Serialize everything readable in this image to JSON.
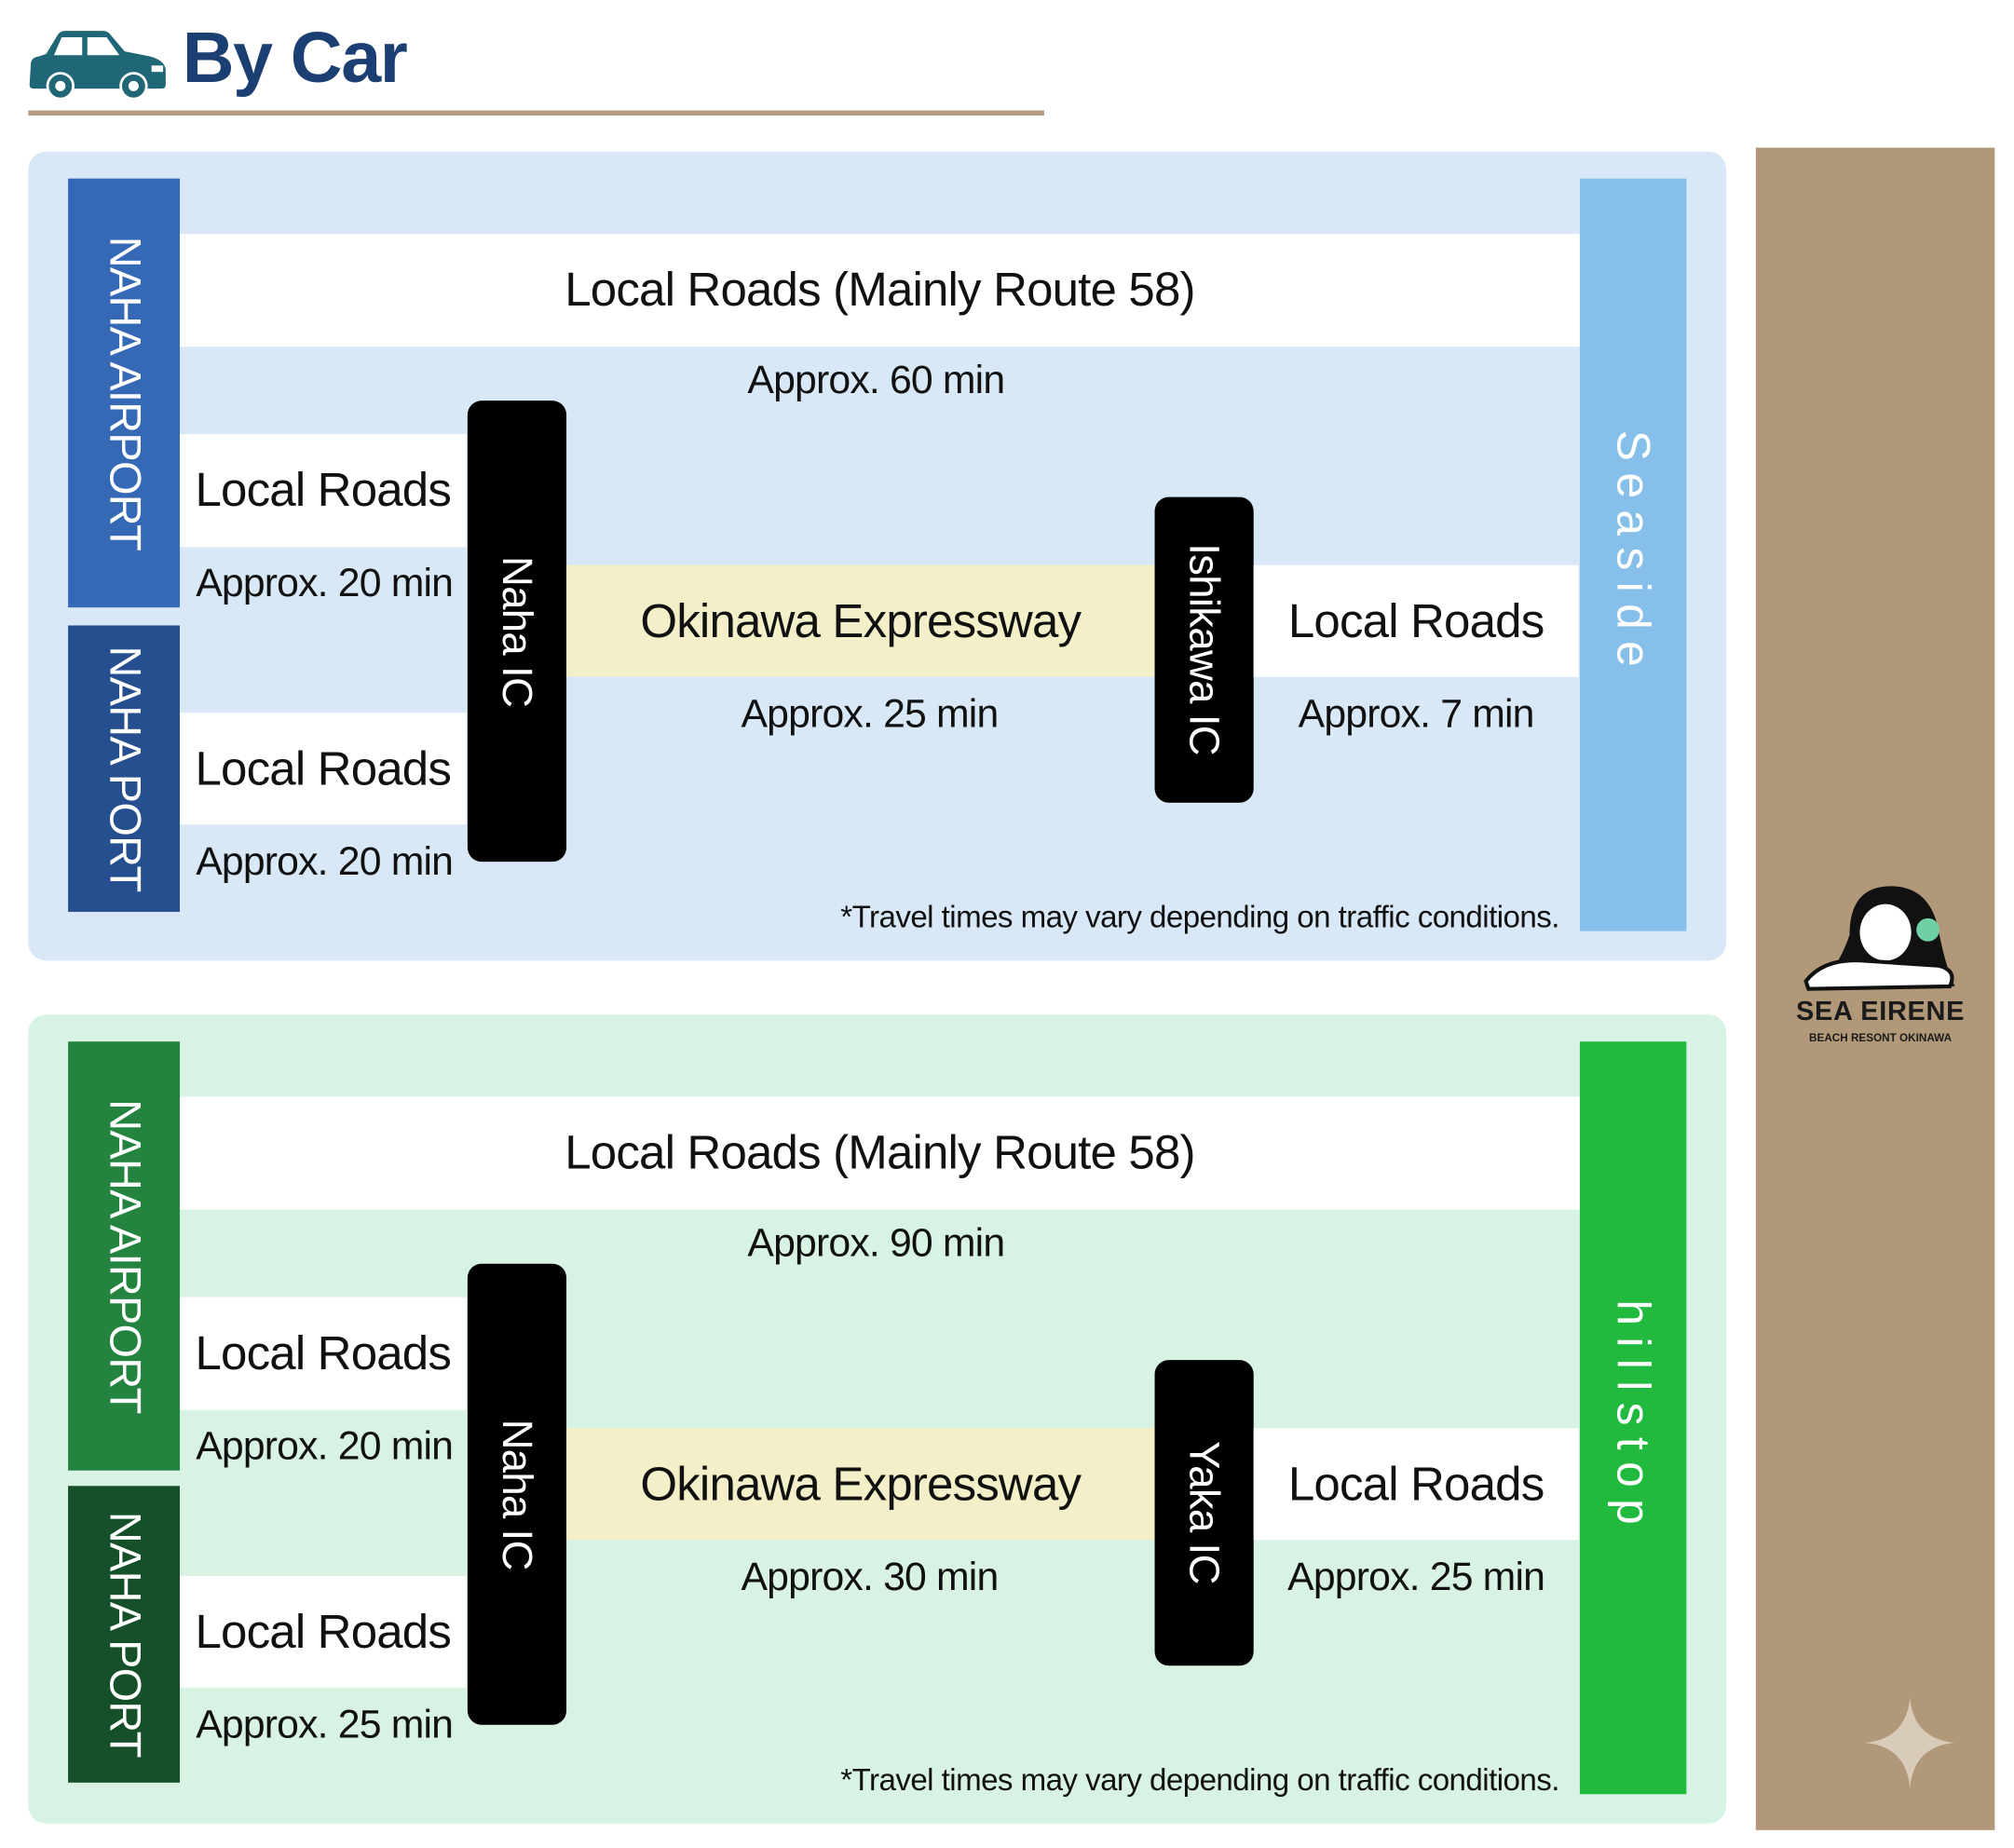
{
  "header": {
    "title": "By Car",
    "icon": "car-icon"
  },
  "colors": {
    "title": "#1c3f73",
    "accent_line": "#b59d80",
    "side_panel": "#b19878"
  },
  "routes": [
    {
      "panel_color": "#d9e8f7",
      "origins": [
        {
          "label": "NAHA AIRPORT",
          "color": "#3569b6"
        },
        {
          "label": "NAHA PORT",
          "color": "#254f8f"
        }
      ],
      "direct": {
        "label": "Local Roads (Mainly Route 58)",
        "time": "Approx. 60 min"
      },
      "to_ic": [
        {
          "label": "Local Roads",
          "time": "Approx. 20 min"
        },
        {
          "label": "Local Roads",
          "time": "Approx. 20 min"
        }
      ],
      "entry_ic": "Naha IC",
      "expressway": {
        "label": "Okinawa Expressway",
        "time": "Approx. 25 min"
      },
      "exit_ic": "Ishikawa IC",
      "last_leg": {
        "label": "Local Roads",
        "time": "Approx. 7 min"
      },
      "destination": {
        "label": "Seaside",
        "color": "#86c0ea"
      },
      "note": "*Travel times may vary depending on traffic conditions."
    },
    {
      "panel_color": "#d8f2e3",
      "origins": [
        {
          "label": "NAHA AIRPORT",
          "color": "#24843f"
        },
        {
          "label": "NAHA PORT",
          "color": "#15502a"
        }
      ],
      "direct": {
        "label": "Local Roads (Mainly Route 58)",
        "time": "Approx. 90 min"
      },
      "to_ic": [
        {
          "label": "Local Roads",
          "time": "Approx. 20 min"
        },
        {
          "label": "Local Roads",
          "time": "Approx. 25 min"
        }
      ],
      "entry_ic": "Naha IC",
      "expressway": {
        "label": "Okinawa Expressway",
        "time": "Approx. 30 min"
      },
      "exit_ic": "Yaka IC",
      "last_leg": {
        "label": "Local Roads",
        "time": "Approx. 25 min"
      },
      "destination": {
        "label": "hillstop",
        "color": "#22b93f"
      },
      "note": "*Travel times may vary depending on traffic conditions."
    }
  ],
  "logo": {
    "name": "SEA EIRENE",
    "subtitle": "BEACH RESONT OKINAWA"
  }
}
